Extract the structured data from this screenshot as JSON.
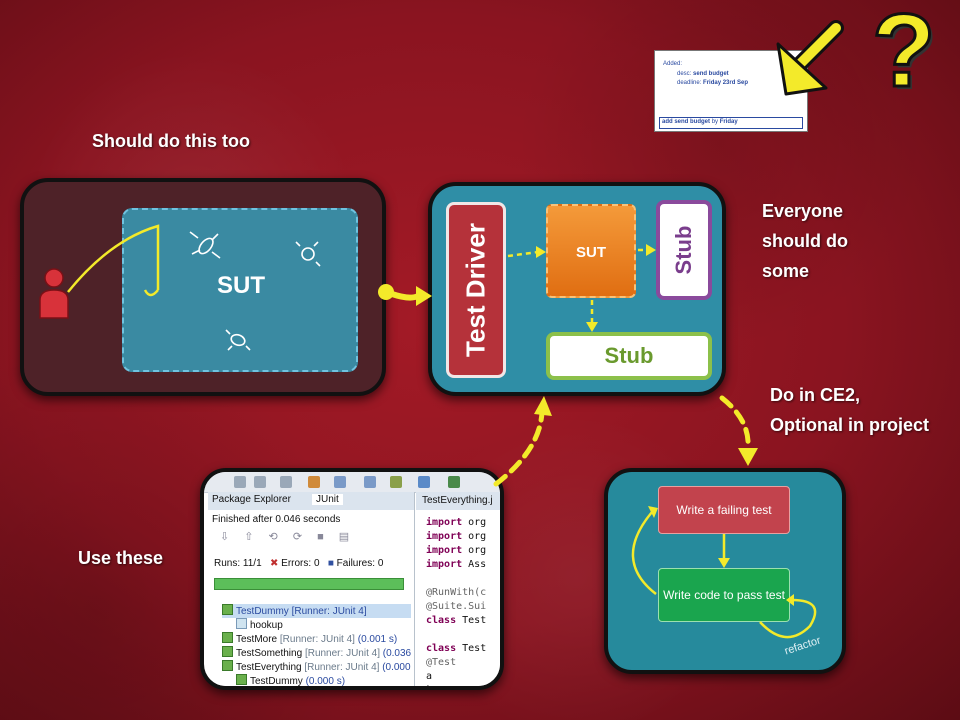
{
  "labels": {
    "should_do_this_too": "Should do this too",
    "everyone_line1": "Everyone",
    "everyone_line2": "should do",
    "everyone_line3": "some",
    "ce2_line1": "Do in CE2,",
    "ce2_line2": "Optional in project",
    "use_these": "Use these"
  },
  "manual_panel": {
    "sut_label": "SUT"
  },
  "test_panel": {
    "driver_label": "Test Driver",
    "sut_label": "SUT",
    "stub_right_label": "Stub",
    "stub_bottom_label": "Stub"
  },
  "tdd_panel": {
    "failing_test": "Write a failing test",
    "pass_test": "Write code to pass test",
    "refactor": "refactor"
  },
  "note_card": {
    "added": "Added:",
    "desc_label": "desc:",
    "desc_value": "send budget",
    "deadline_label": "deadline:",
    "deadline_value": "Friday 23rd Sep",
    "command_prefix": "add",
    "command_mid": "send budget",
    "command_by": "by",
    "command_day": "Friday"
  },
  "eclipse": {
    "tab_package_explorer": "Package Explorer",
    "tab_junit": "JUnit",
    "editor_tab": "TestEverything.j",
    "status": "Finished after 0.046 seconds",
    "runs_label": "Runs:",
    "runs_value": "11/1",
    "errors_label": "Errors:",
    "errors_value": "0",
    "failures_label": "Failures:",
    "failures_value": "0",
    "tree": [
      {
        "name": "TestDummy",
        "runner": "[Runner: JUnit 4]",
        "time": ""
      },
      {
        "name": "hookup",
        "runner": "",
        "time": ""
      },
      {
        "name": "TestMore",
        "runner": "[Runner: JUnit 4]",
        "time": "(0.001 s)"
      },
      {
        "name": "TestSomething",
        "runner": "[Runner: JUnit 4]",
        "time": "(0.036"
      },
      {
        "name": "TestEverything",
        "runner": "[Runner: JUnit 4]",
        "time": "(0.000"
      },
      {
        "name": "TestDummy",
        "runner": "",
        "time": "(0.000 s)"
      }
    ],
    "code_lines": [
      {
        "kw": "import",
        "rest": " org"
      },
      {
        "kw": "import",
        "rest": " org"
      },
      {
        "kw": "import",
        "rest": " org"
      },
      {
        "kw": "import",
        "rest": " Ass"
      },
      {
        "kw": "",
        "rest": ""
      },
      {
        "kw": "",
        "rest": "@RunWith(c"
      },
      {
        "kw": "",
        "rest": "@Suite.Sui"
      },
      {
        "kw": "class",
        "rest": " Test"
      },
      {
        "kw": "",
        "rest": ""
      },
      {
        "kw": "class",
        "rest": " Test"
      },
      {
        "kw": "",
        "rest": "   @Test"
      },
      {
        "kw": "",
        "rest": "       a"
      },
      {
        "kw": "",
        "rest": "   }"
      }
    ]
  },
  "colors": {
    "arrow_yellow": "#f3ea2a",
    "sut_orange": "#f08a2a",
    "stub_purple": "#8a4a9c",
    "stub_green": "#8cc04a",
    "driver_red": "#b5323a"
  }
}
